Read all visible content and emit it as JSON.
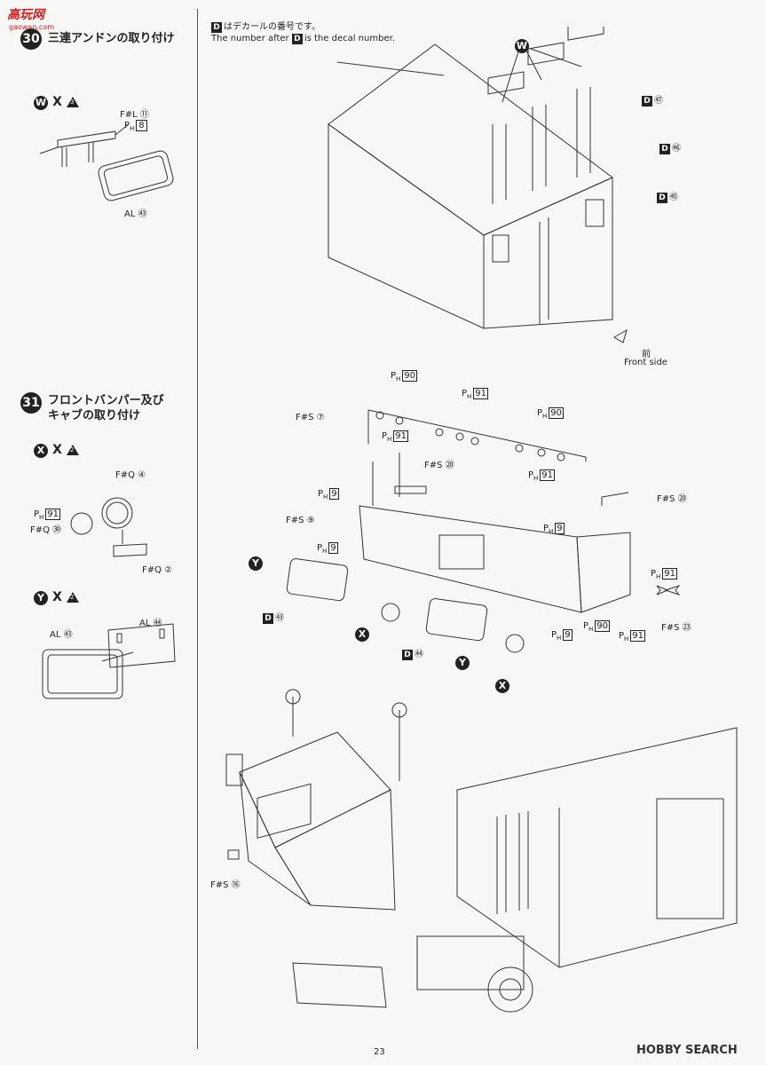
{
  "watermark": {
    "site": "高玩网",
    "url": "gaowan.com"
  },
  "page_number": "23",
  "hobby_search": "HOBBY SEARCH",
  "decal_note": {
    "marker": "D",
    "jp": "はデカールの番号です。",
    "en_a": "The number after",
    "en_b": "is the decal number."
  },
  "step30": {
    "num": "30",
    "title": "三連アンドンの取り付け",
    "qty_letter": "W",
    "qty_x": "X",
    "qty_n": "3",
    "part_fl": "F#L",
    "part_fl_n": "⑪",
    "part_ph": "P",
    "part_ph_sub": "H",
    "part_ph_n": "8",
    "part_al": "AL",
    "part_al_n": "㊸"
  },
  "step31": {
    "num": "31",
    "title_a": "フロントバンパー及び",
    "title_b": "キャブの取り付け",
    "x_letter": "X",
    "x_n": "2",
    "y_letter": "Y",
    "y_n": "2",
    "fq4": "F#Q ④",
    "ph91": "91",
    "fq30": "F#Q ㉚",
    "fq2": "F#Q ②",
    "al54": "AL ㊹",
    "al53": "AL ㊸"
  },
  "top_diagram": {
    "w": "W",
    "d47": "㊼",
    "d46": "㊻",
    "d45": "㊺",
    "front_jp": "前",
    "front_en": "Front side"
  },
  "mid_diagram": {
    "ph90": "90",
    "ph91": "91",
    "ph9": "9",
    "fs7": "F#S ⑦",
    "fs20": "F#S ⑳",
    "fs9": "F#S ⑨",
    "fs23": "F#S ㉓",
    "y": "Y",
    "x": "X",
    "d53": "㊸",
    "d54": "㊹"
  },
  "bottom_diagram": {
    "fs16": "F#S ⑯"
  }
}
